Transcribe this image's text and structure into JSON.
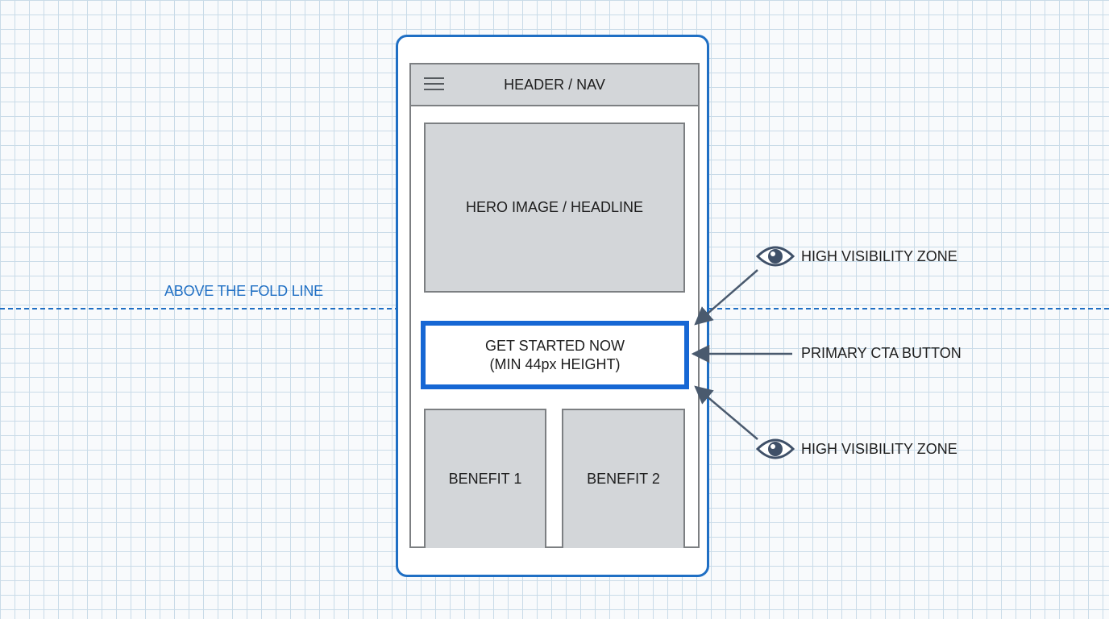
{
  "fold": {
    "label": "ABOVE THE FOLD LINE"
  },
  "phone": {
    "header_label": "HEADER / NAV",
    "hero_label": "HERO IMAGE / HEADLINE",
    "cta_line1": "GET STARTED NOW",
    "cta_line2": "(MIN 44px HEIGHT)",
    "benefit1_label": "BENEFIT 1",
    "benefit2_label": "BENEFIT 2"
  },
  "annotations": {
    "top_zone": "HIGH VISIBILITY ZONE",
    "cta": "PRIMARY CTA BUTTON",
    "bottom_zone": "HIGH VISIBILITY ZONE"
  },
  "icons": {
    "menu": "hamburger-menu-icon",
    "eye": "eye-icon"
  },
  "colors": {
    "accent": "#1f6fc4",
    "cta_border": "#1667d4",
    "placeholder_fill": "#d3d6d9",
    "arrow": "#4a5a6e"
  }
}
